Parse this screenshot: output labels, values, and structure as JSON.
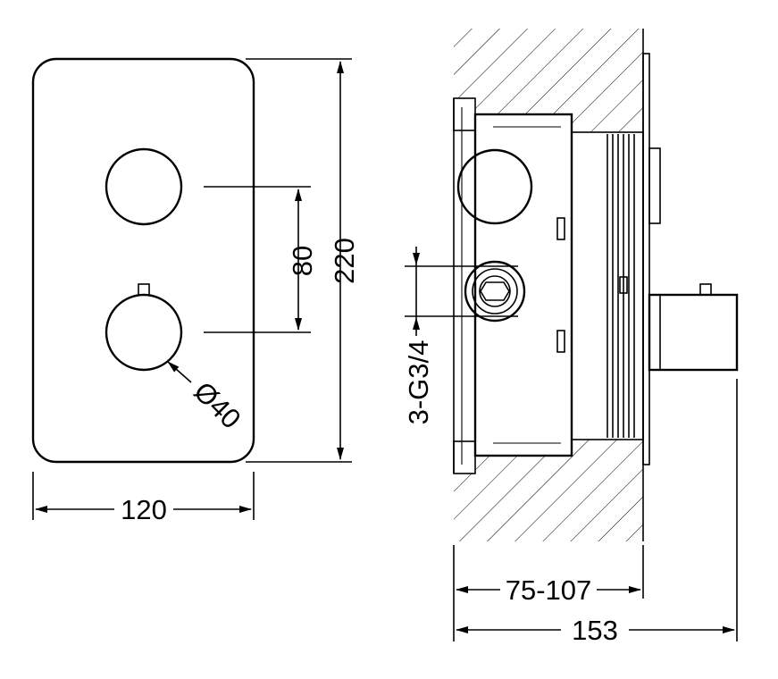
{
  "front_view": {
    "width_label": "120",
    "height_label": "220",
    "spacing_label": "80",
    "diameter_label": "Ø40"
  },
  "side_view": {
    "connection_label": "3-G3/4",
    "depth_label": "75-107",
    "total_label": "153"
  }
}
